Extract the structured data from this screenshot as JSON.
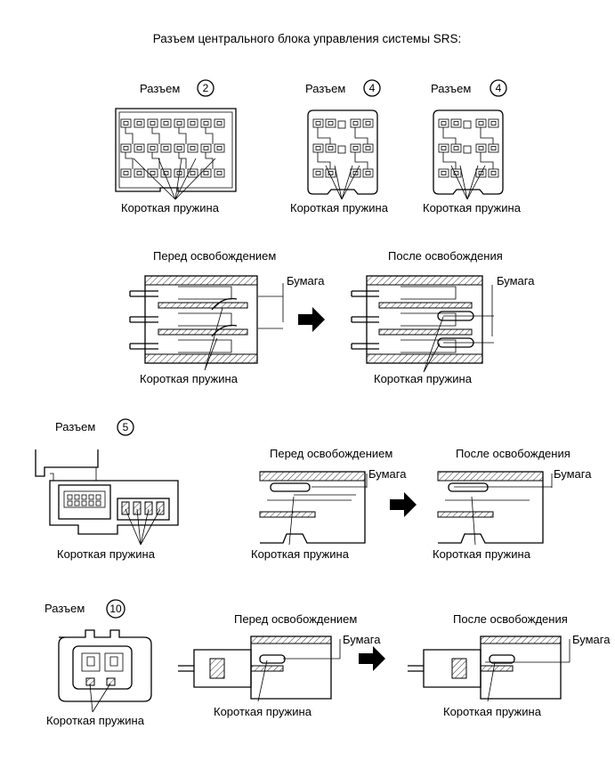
{
  "title": "Разъем центрального блока управления системы SRS:",
  "connector_word": "Разъем",
  "short_spring": "Короткая пружина",
  "paper": "Бумага",
  "before_release": "Перед освобождением",
  "after_release": "После освобождения",
  "connectors": [
    {
      "number": "2"
    },
    {
      "number": "4"
    },
    {
      "number": "4"
    },
    {
      "number": "5"
    },
    {
      "number": "10"
    }
  ]
}
